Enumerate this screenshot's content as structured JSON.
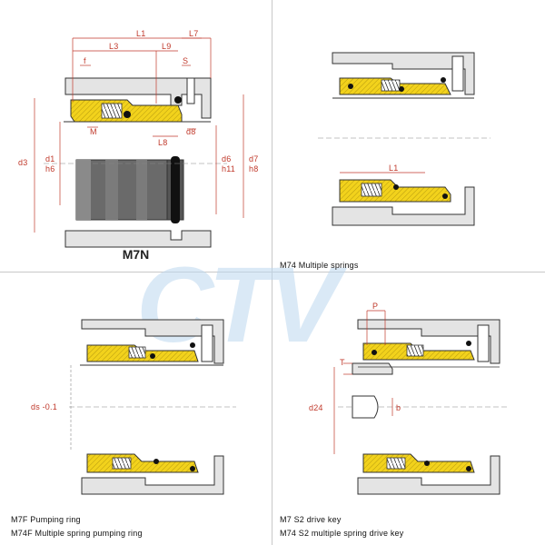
{
  "panels": {
    "m7n": {
      "title": "M7N",
      "dims": {
        "L1": "L1",
        "L3": "L3",
        "L7": "L7",
        "L9": "L9",
        "L8": "L8",
        "f": "f",
        "S": "S",
        "M": "M",
        "d8": "d8",
        "d3": "d3",
        "d1": "d1",
        "h6": "h6",
        "d6": "d6",
        "h11": "h11",
        "d7": "d7",
        "h8": "h8"
      }
    },
    "m74": {
      "caption": "M74 Multiple springs",
      "dim_L1": "L1"
    },
    "m7f": {
      "caption_line1": "M7F Pumping ring",
      "caption_line2": "M74F Multiple spring pumping ring",
      "dim": "ds -0.1"
    },
    "m7s2": {
      "caption_line1": "M7 S2 drive key",
      "caption_line2": "M74 S2 multiple spring drive key",
      "dim_P": "P",
      "dim_T": "T",
      "dim_d24": "d24",
      "dim_b": "b"
    }
  },
  "watermark": "CTV",
  "colors": {
    "body": "#e4e4e4",
    "outline": "#333333",
    "seal": "#f2d21c",
    "dim": "#c0392b",
    "oring": "#111111"
  }
}
